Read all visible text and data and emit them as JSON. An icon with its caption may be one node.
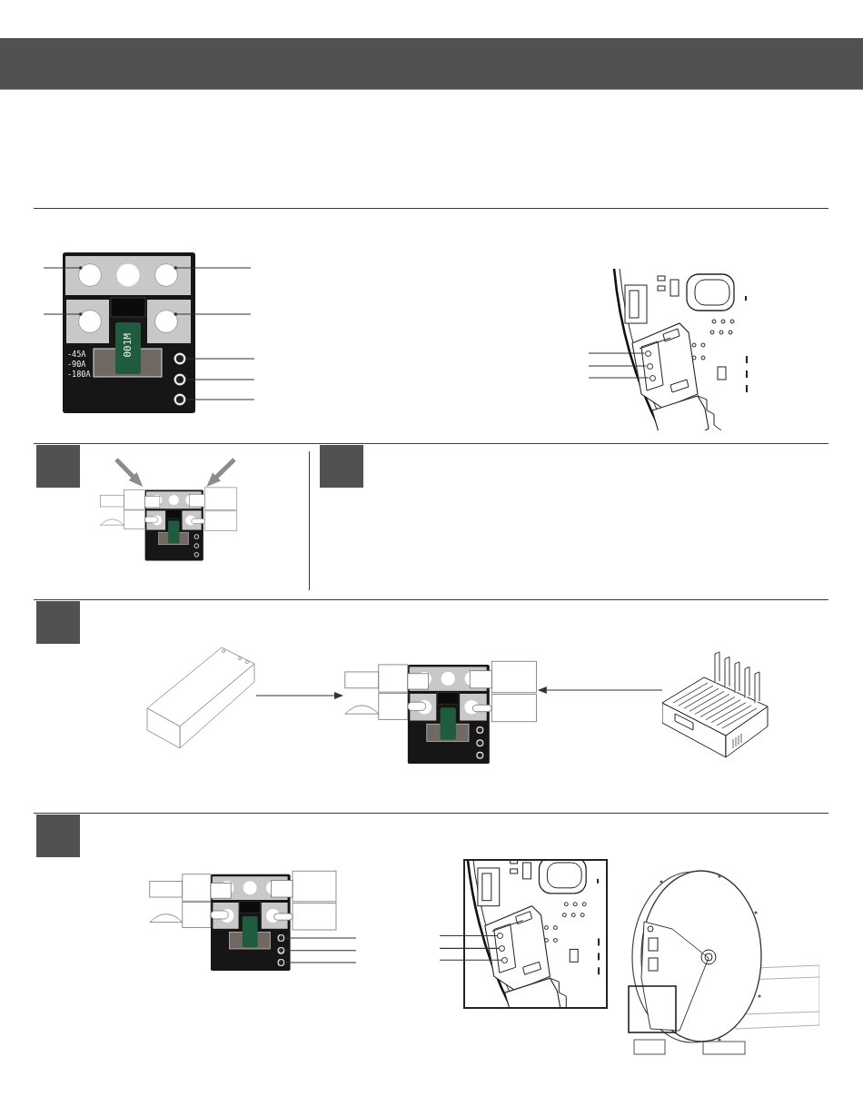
{
  "diagram": {
    "nodes": [
      {
        "text": [],
        "shape": "picture"
      },
      {
        "text": [],
        "shape": "circle",
        "in": 0
      },
      {
        "text": [],
        "shape": "circle",
        "in": 0
      },
      {
        "text": [],
        "shape": "circle",
        "in": 0
      },
      {
        "text": [],
        "shape": "circle",
        "in": 0
      },
      {
        "text": [],
        "shape": "circle",
        "in": 0
      },
      {
        "text": [],
        "shape": "circle",
        "in": 0
      },
      {
        "text": [],
        "shape": "circle",
        "in": 0
      },
      {
        "text": [],
        "shape": "picture"
      },
      {
        "text": [],
        "shape": "circle",
        "in": 8
      },
      {
        "text": [],
        "shape": "circle",
        "in": 8
      },
      {
        "text": [],
        "shape": "circle",
        "in": 8
      },
      {
        "text": [],
        "shape": "picture"
      },
      {
        "text": [],
        "shape": "picture"
      },
      {
        "text": [],
        "shape": "picture"
      },
      {
        "text": [],
        "shape": "picture"
      },
      {
        "text": [],
        "shape": "picture"
      },
      {
        "text": [],
        "shape": "circle",
        "in": 16
      },
      {
        "text": [],
        "shape": "circle",
        "in": 16
      },
      {
        "text": [],
        "shape": "circle",
        "in": 16
      },
      {
        "text": [],
        "shape": "picture"
      },
      {
        "text": [],
        "shape": "circle",
        "in": 20
      },
      {
        "text": [],
        "shape": "circle",
        "in": 20
      },
      {
        "text": [],
        "shape": "circle",
        "in": 20
      },
      {
        "text": [],
        "shape": "picture"
      }
    ],
    "edges": [
      {
        "from": null,
        "to": 1,
        "arrow": "other"
      },
      {
        "from": null,
        "to": 2,
        "arrow": "other"
      },
      {
        "from": null,
        "to": 3,
        "arrow": "other"
      },
      {
        "from": null,
        "to": 4,
        "arrow": "other"
      },
      {
        "from": null,
        "to": 5,
        "arrow": "none"
      },
      {
        "from": null,
        "to": 6,
        "arrow": "none"
      },
      {
        "from": null,
        "to": 7,
        "arrow": "none"
      },
      {
        "from": null,
        "to": 9,
        "arrow": "none"
      },
      {
        "from": null,
        "to": 10,
        "arrow": "none"
      },
      {
        "from": null,
        "to": 11,
        "arrow": "none"
      },
      {
        "from": null,
        "to": 12,
        "arrow": "to",
        "style": "thick",
        "color": "#8c8c8c"
      },
      {
        "from": null,
        "to": 12,
        "arrow": "to",
        "style": "thick",
        "color": "#8c8c8c"
      },
      {
        "from": 13,
        "to": 14,
        "arrow": "to"
      },
      {
        "from": 15,
        "to": 14,
        "arrow": "to"
      },
      {
        "from": null,
        "to": 17,
        "arrow": "none"
      },
      {
        "from": null,
        "to": 18,
        "arrow": "none"
      },
      {
        "from": null,
        "to": 19,
        "arrow": "none"
      },
      {
        "from": null,
        "to": 21,
        "arrow": "none"
      },
      {
        "from": null,
        "to": 22,
        "arrow": "none"
      },
      {
        "from": null,
        "to": 23,
        "arrow": "none"
      }
    ],
    "labels": [
      "001M",
      "-45A",
      "-90A",
      "-180A"
    ]
  }
}
